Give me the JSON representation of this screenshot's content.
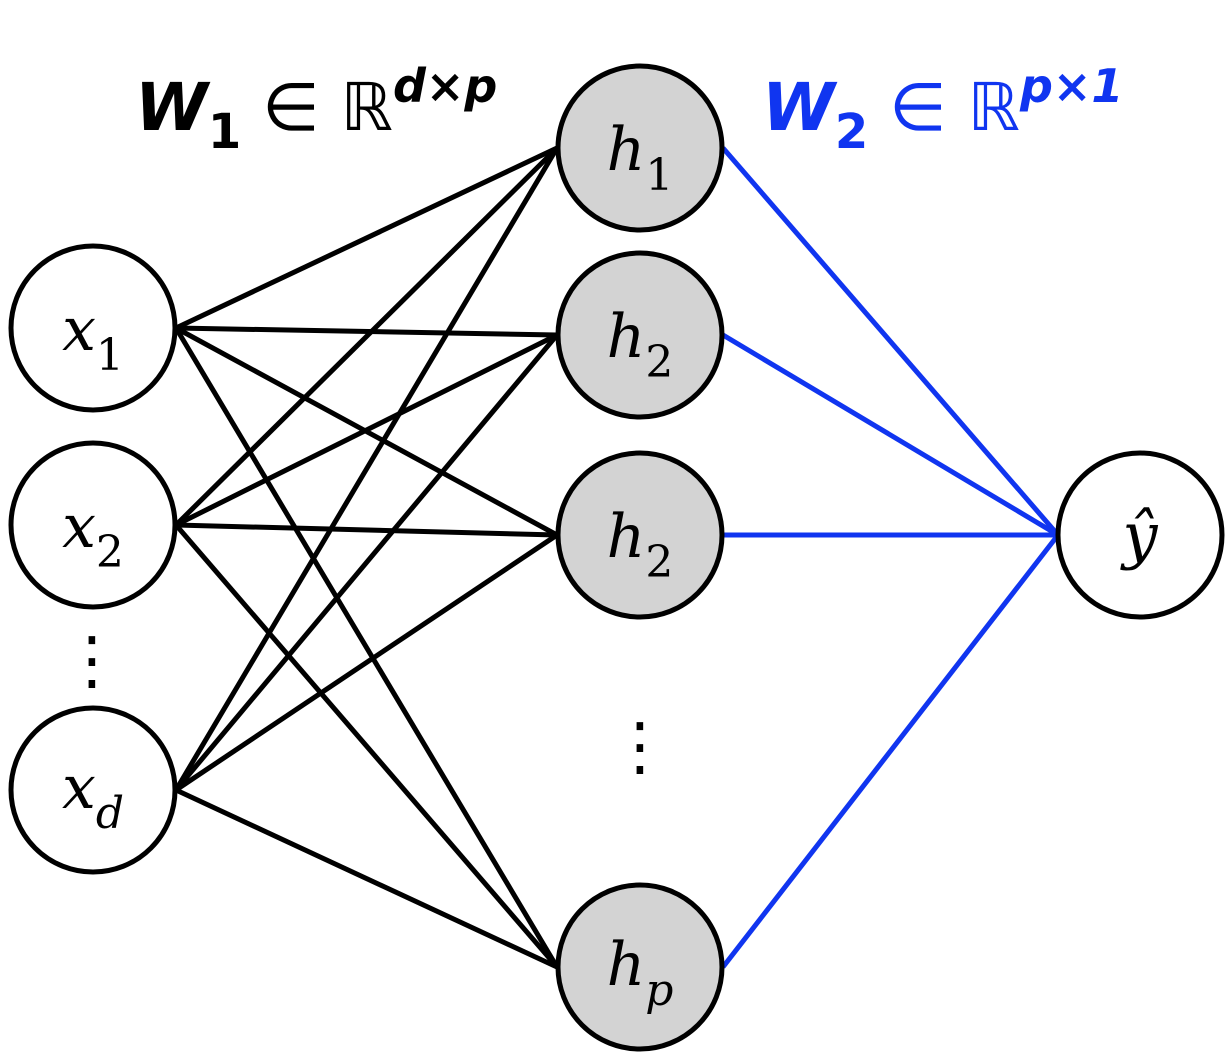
{
  "colors": {
    "background": "#ffffff",
    "stroke": "#000000",
    "accent": "#1035f0",
    "hidden_fill": "#d3d3d3",
    "node_fill": "#ffffff"
  },
  "labels": {
    "w1": {
      "base": "W",
      "sub": "1",
      "rel": " ∈ ℝ",
      "sup": "d×p"
    },
    "w2": {
      "base": "W",
      "sub": "2",
      "rel": " ∈ ℝ",
      "sup": "p×1"
    }
  },
  "input_nodes": [
    {
      "base": "x",
      "sub": "1"
    },
    {
      "base": "x",
      "sub": "2"
    },
    {
      "base": "x",
      "sub": "d"
    }
  ],
  "hidden_nodes": [
    {
      "base": "h",
      "sub": "1"
    },
    {
      "base": "h",
      "sub": "2"
    },
    {
      "base": "h",
      "sub": "2"
    },
    {
      "base": "h",
      "sub": "p"
    }
  ],
  "output_node": {
    "base": "ŷ"
  },
  "ellipsis": "⋮"
}
